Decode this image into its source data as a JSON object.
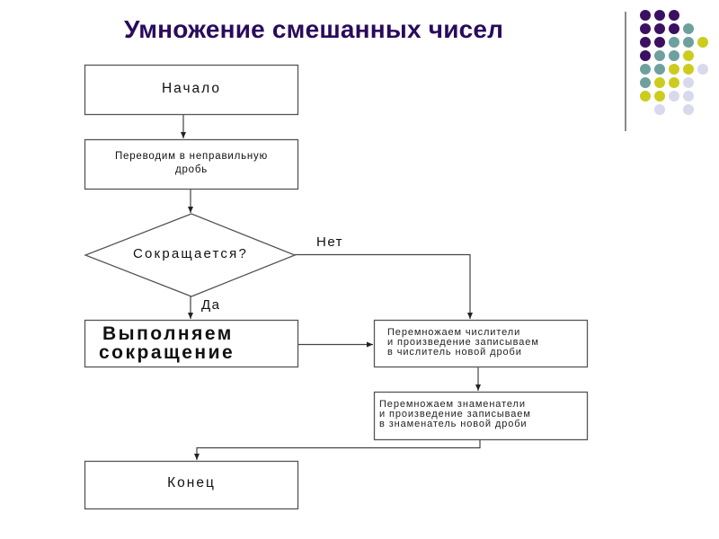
{
  "slide": {
    "title": "Умножение смешанных чисел"
  },
  "decoration": {
    "palette": {
      "purple": "#3b0f62",
      "teal": "#6ea09e",
      "yellow": "#cccc1e",
      "lavender": "#d9d9ec"
    },
    "dot_grid": [
      [
        "purple",
        "purple",
        "purple",
        null,
        null
      ],
      [
        "purple",
        "purple",
        "purple",
        "teal",
        null
      ],
      [
        "purple",
        "purple",
        "teal",
        "teal",
        "yellow"
      ],
      [
        "purple",
        "teal",
        "teal",
        "yellow",
        null
      ],
      [
        "teal",
        "teal",
        "yellow",
        "yellow",
        "lavender"
      ],
      [
        "teal",
        "yellow",
        "yellow",
        "lavender",
        null
      ],
      [
        "yellow",
        "yellow",
        "lavender",
        "lavender",
        null
      ],
      [
        null,
        "lavender",
        null,
        "lavender",
        null
      ]
    ]
  },
  "flowchart": {
    "nodes": {
      "start": {
        "type": "terminal",
        "text": "Начало"
      },
      "convert": {
        "type": "process",
        "lines": [
          "Переводим в неправильную",
          "дробь"
        ]
      },
      "decision": {
        "type": "decision",
        "text": "Сокращается?"
      },
      "reduce": {
        "type": "process",
        "lines": [
          "Выполняем",
          "сокращение"
        ]
      },
      "multiply_numerators": {
        "type": "process",
        "lines": [
          "Перемножаем числители",
          "и произведение записываем",
          "в числитель новой дроби"
        ]
      },
      "multiply_denominators": {
        "type": "process",
        "lines": [
          "Перемножаем знаменатели",
          "и произведение записываем",
          "в знаменатель новой дроби"
        ]
      },
      "end": {
        "type": "terminal",
        "text": "Конец"
      }
    },
    "edges": [
      {
        "from": "start",
        "to": "convert",
        "label": ""
      },
      {
        "from": "convert",
        "to": "decision",
        "label": ""
      },
      {
        "from": "decision",
        "to": "reduce",
        "label": "Да"
      },
      {
        "from": "decision",
        "to": "multiply_numerators",
        "label": "Нет"
      },
      {
        "from": "reduce",
        "to": "multiply_numerators",
        "label": ""
      },
      {
        "from": "multiply_numerators",
        "to": "multiply_denominators",
        "label": ""
      },
      {
        "from": "multiply_denominators",
        "to": "end",
        "label": ""
      }
    ],
    "labels": {
      "yes": "Да",
      "no": "Нет"
    }
  }
}
